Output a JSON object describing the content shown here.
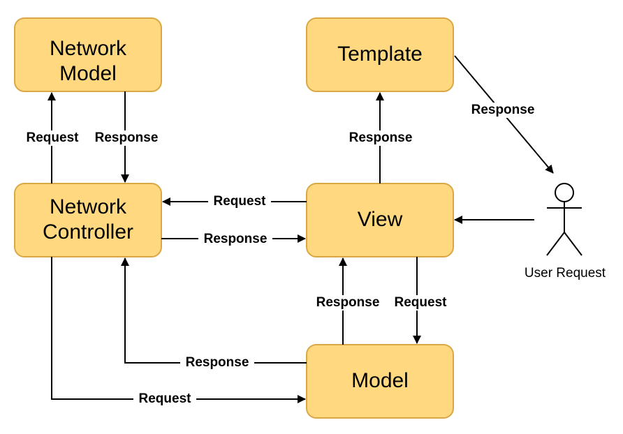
{
  "colors": {
    "node_fill": "#FFD880",
    "node_stroke": "#D9A845",
    "line": "#000000",
    "label_bg": "#FFFFFF"
  },
  "nodes": {
    "network_model": {
      "lines": [
        "Network",
        "Model"
      ]
    },
    "template": {
      "lines": [
        "Template"
      ]
    },
    "network_controller": {
      "lines": [
        "Network",
        "Controller"
      ]
    },
    "view": {
      "lines": [
        "View"
      ]
    },
    "model": {
      "lines": [
        "Model"
      ]
    }
  },
  "actor": {
    "label": "User Request",
    "icon": "stick-figure-actor-icon"
  },
  "edges": {
    "controller_to_network_model": {
      "label": "Request"
    },
    "network_model_to_controller": {
      "label": "Response"
    },
    "view_to_template": {
      "label": "Response"
    },
    "template_to_user": {
      "label": "Response"
    },
    "view_to_controller": {
      "label": "Request"
    },
    "controller_to_view": {
      "label": "Response"
    },
    "user_to_view": {
      "label": ""
    },
    "model_to_view": {
      "label": "Response"
    },
    "view_to_model": {
      "label": "Request"
    },
    "model_to_controller": {
      "label": "Response"
    },
    "controller_to_model": {
      "label": "Request"
    }
  }
}
